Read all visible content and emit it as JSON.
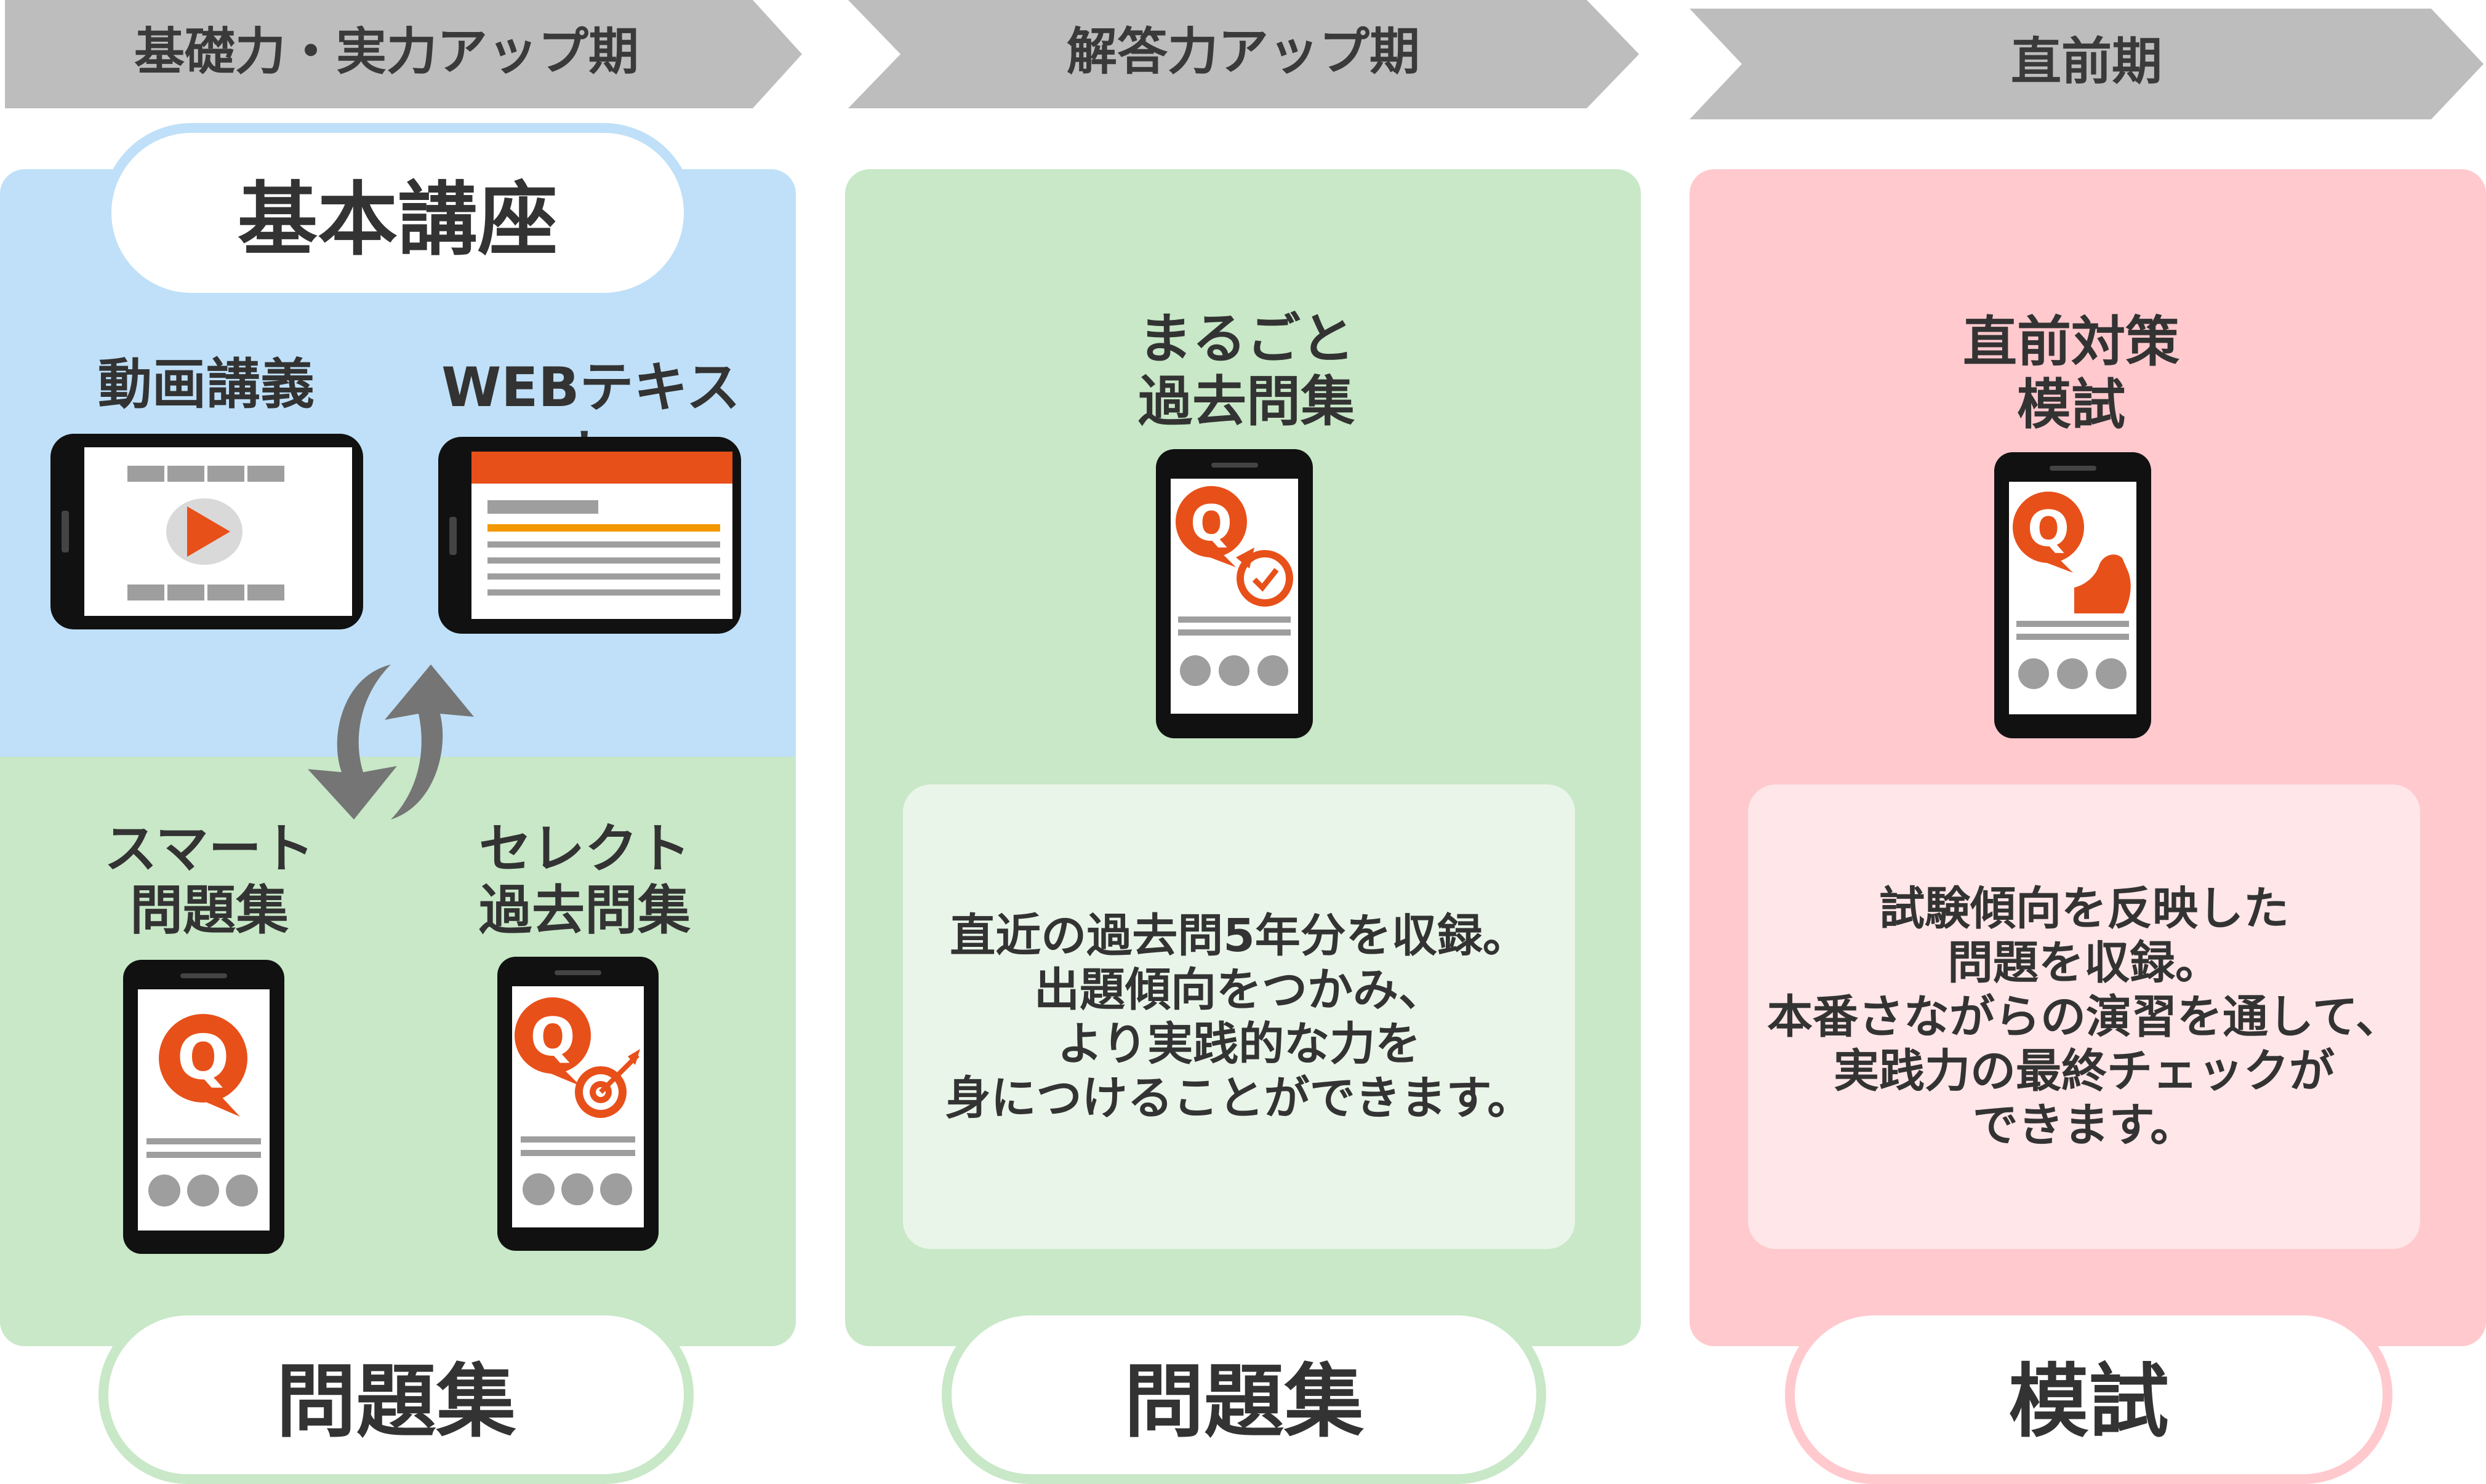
{
  "phases": [
    {
      "label": "基礎力・実力アップ期"
    },
    {
      "label": "解答力アップ期"
    },
    {
      "label": "直前期"
    }
  ],
  "col1": {
    "top_badge": "基本講座",
    "video_label": "動画講義",
    "text_label": "WEBテキスト",
    "smart_label": "スマート\n問題集",
    "select_label": "セレクト\n過去問集",
    "bottom_badge": "問題集"
  },
  "col2": {
    "title": "まるごと\n過去問集",
    "description": "直近の過去問5年分を収録。\n出題傾向をつかみ、\nより実践的な力を\n身につけることができます。",
    "bottom_badge": "問題集"
  },
  "col3": {
    "title": "直前対策\n模試",
    "description": "試験傾向を反映した\n問題を収録。\n本番さながらの演習を通して、\n実践力の最終チェックが\nできます。",
    "bottom_badge": "模試"
  },
  "icons": {
    "q_letter": "Q"
  },
  "colors": {
    "blue_panel": "#bfe0f8",
    "green_panel": "#c8e8c7",
    "pink_panel": "#ffc9ce",
    "accent_orange": "#e8501a",
    "arrow_gray": "#bdbdbd"
  }
}
